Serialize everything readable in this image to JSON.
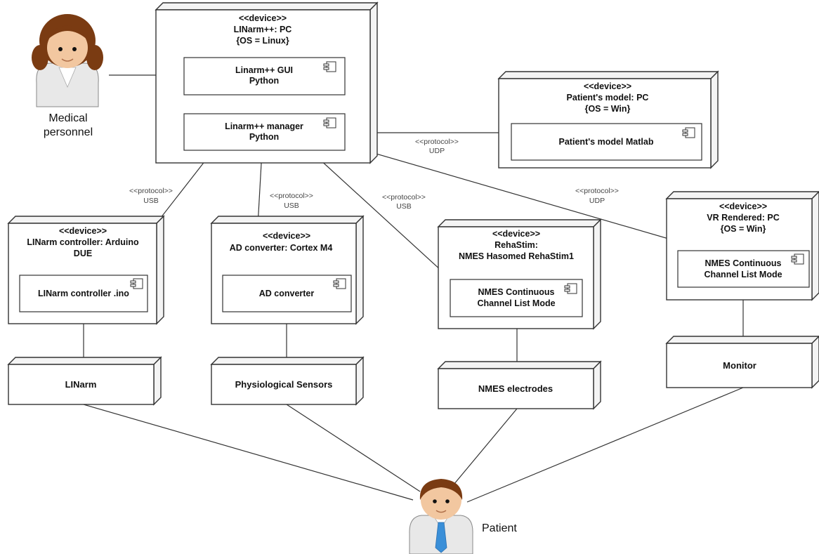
{
  "actors": {
    "medical": {
      "label_lines": [
        "Medical",
        "personnel"
      ]
    },
    "patient": {
      "label": "Patient"
    }
  },
  "nodes": {
    "linarm_pc": {
      "lines": [
        "<<device>>",
        "LINarm++: PC",
        "{OS = Linux}"
      ]
    },
    "patient_model_pc": {
      "lines": [
        "<<device>>",
        "Patient's model: PC",
        "{OS = Win}"
      ]
    },
    "linarm_controller": {
      "lines": [
        "<<device>>",
        "LINarm controller: Arduino",
        "DUE"
      ]
    },
    "ad_converter": {
      "lines": [
        "<<device>>",
        "AD converter: Cortex M4"
      ]
    },
    "rehastim": {
      "lines": [
        "<<device>>",
        "RehaStim:",
        "NMES Hasomed RehaStim1"
      ]
    },
    "vr_pc": {
      "lines": [
        "<<device>>",
        "VR Rendered: PC",
        "{OS = Win}"
      ]
    }
  },
  "components": {
    "gui": {
      "lines": [
        "Linarm++ GUI",
        "Python"
      ]
    },
    "manager": {
      "lines": [
        "Linarm++ manager",
        "Python"
      ]
    },
    "matlab": {
      "lines": [
        "Patient's model Matlab"
      ]
    },
    "controller_ino": {
      "lines": [
        "LINarm controller .ino"
      ]
    },
    "ad_comp": {
      "lines": [
        "AD converter"
      ]
    },
    "nmes_reha": {
      "lines": [
        "NMES Continuous",
        "Channel List Mode"
      ]
    },
    "nmes_vr": {
      "lines": [
        "NMES Continuous",
        "Channel List Mode"
      ]
    }
  },
  "hardware": {
    "linarm": {
      "label": "LINarm"
    },
    "sensors": {
      "label": "Physiological Sensors"
    },
    "electrodes": {
      "label": "NMES electrodes"
    },
    "monitor": {
      "label": "Monitor"
    }
  },
  "protocols": {
    "udp_model": {
      "lines": [
        "<<protocol>>",
        "UDP"
      ]
    },
    "usb_controller": {
      "lines": [
        "<<protocol>>",
        "USB"
      ]
    },
    "usb_ad": {
      "lines": [
        "<<protocol>>",
        "USB"
      ]
    },
    "usb_reha": {
      "lines": [
        "<<protocol>>",
        "USB"
      ]
    },
    "udp_vr": {
      "lines": [
        "<<protocol>>",
        "UDP"
      ]
    }
  },
  "colors": {
    "line": "#333333",
    "hair": "#7a3b12",
    "skin": "#f2c7a0",
    "shirt": "#e8e8e8",
    "tie": "#3a8fd8"
  }
}
